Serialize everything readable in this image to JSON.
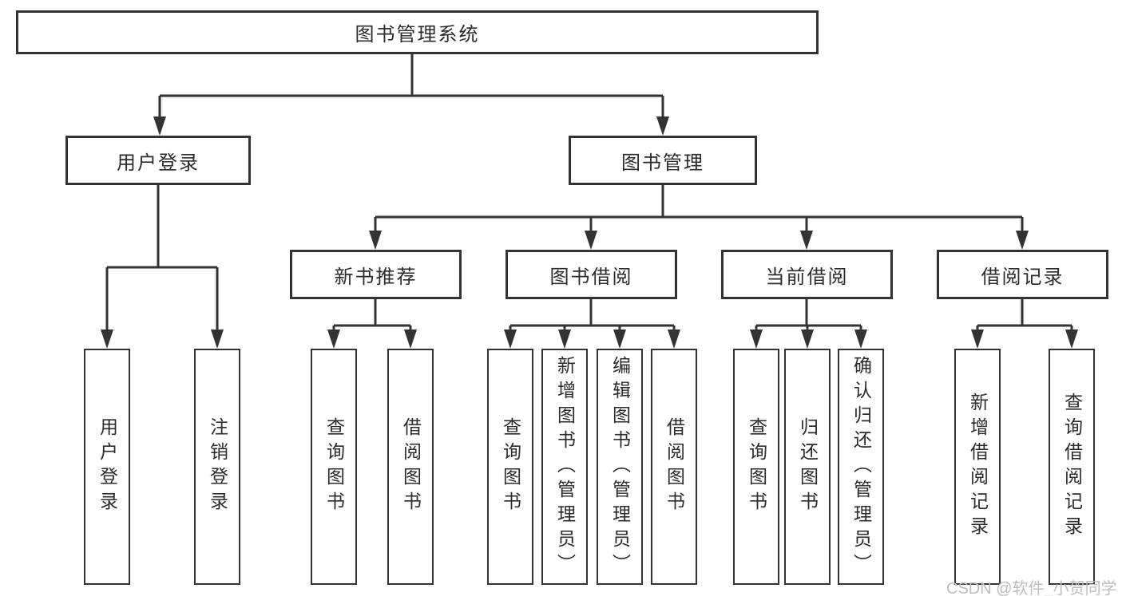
{
  "root": {
    "label": "图书管理系统",
    "children": [
      {
        "label": "用户登录",
        "children": [
          {
            "label": "用户登录"
          },
          {
            "label": "注销登录"
          }
        ]
      },
      {
        "label": "图书管理",
        "children": [
          {
            "label": "新书推荐",
            "children": [
              {
                "label": "查询图书"
              },
              {
                "label": "借阅图书"
              }
            ]
          },
          {
            "label": "图书借阅",
            "children": [
              {
                "label": "查询图书"
              },
              {
                "label": "新增图书（管理员）"
              },
              {
                "label": "编辑图书（管理员）"
              },
              {
                "label": "借阅图书"
              }
            ]
          },
          {
            "label": "当前借阅",
            "children": [
              {
                "label": "查询图书"
              },
              {
                "label": "归还图书"
              },
              {
                "label": "确认归还（管理员）"
              }
            ]
          },
          {
            "label": "借阅记录",
            "children": [
              {
                "label": "新增借阅记录"
              },
              {
                "label": "查询借阅记录"
              }
            ]
          }
        ]
      }
    ]
  },
  "watermark": "CSDN @软件_小贺同学",
  "colors": {
    "line": "#333333",
    "box_border": "#333333",
    "text": "#2b2b2b",
    "watermark": "#bdbdbd",
    "background": "#ffffff"
  }
}
